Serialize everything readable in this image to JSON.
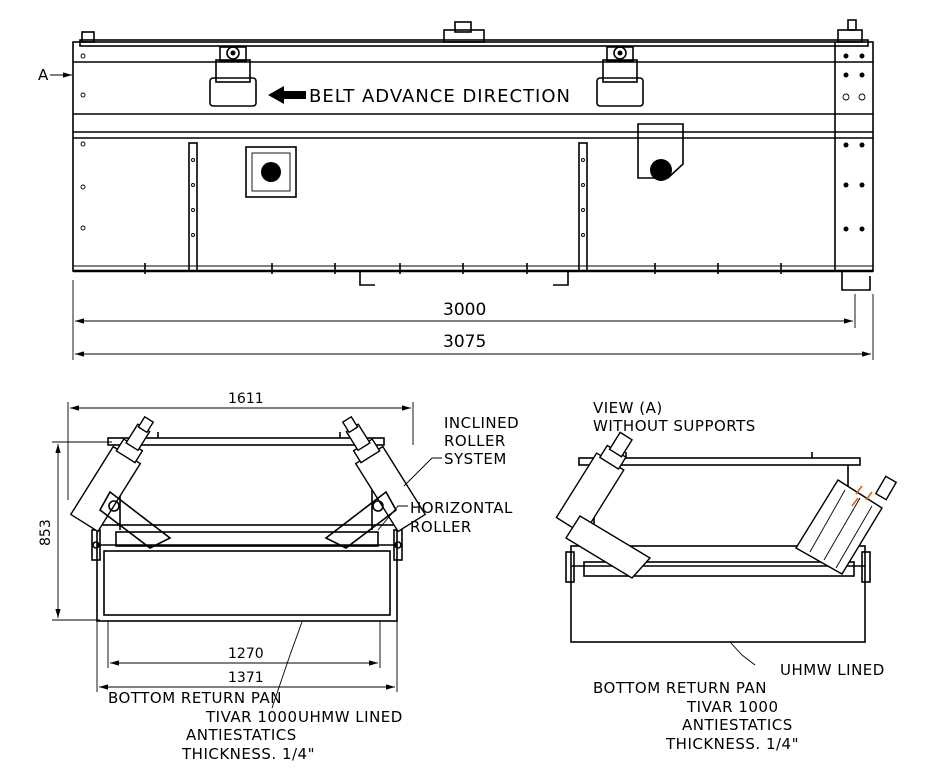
{
  "view_marker": "A",
  "direction_label": "BELT ADVANCE DIRECTION",
  "dimensions": {
    "inner_length": "3000",
    "overall_length": "3075",
    "overall_width": "1611",
    "overall_height": "853",
    "pan_inner_width": "1270",
    "pan_outer_width": "1371"
  },
  "left_view": {
    "callouts": {
      "inclined_line1": "INCLINED",
      "inclined_line2": "ROLLER",
      "inclined_line3": "SYSTEM",
      "horizontal_line1": "HORIZONTAL",
      "horizontal_line2": "ROLLER"
    },
    "pan_notes": {
      "line1": "BOTTOM RETURN PAN",
      "line2": "TIVAR 1000",
      "line3": "UHMW LINED",
      "line4": "ANTIESTATICS",
      "line5": "THICKNESS. 1/4\""
    }
  },
  "right_view": {
    "title_line1": "VIEW (A)",
    "title_line2": "WITHOUT SUPPORTS",
    "pan_notes": {
      "line1": "UHMW LINED",
      "line2": "BOTTOM RETURN PAN",
      "line3": "TIVAR 1000",
      "line4": "ANTIESTATICS",
      "line5": "THICKNESS. 1/4\""
    }
  }
}
